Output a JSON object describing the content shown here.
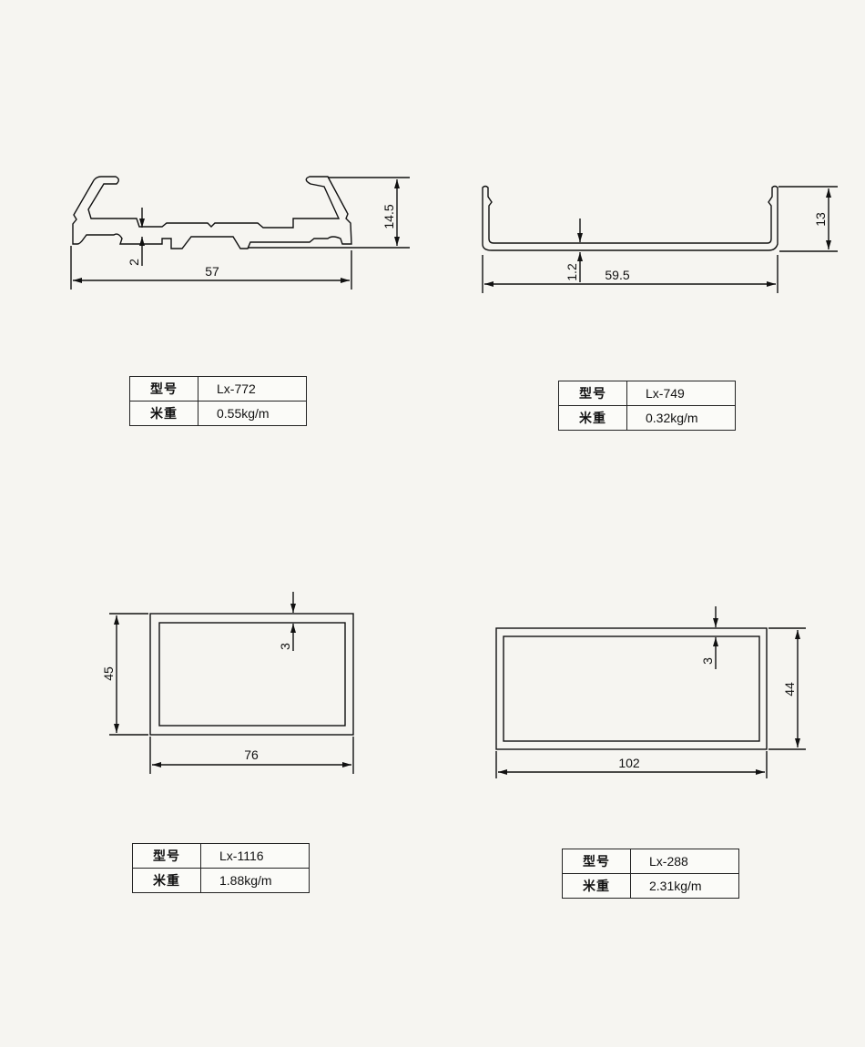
{
  "labels": {
    "model": "型号",
    "weight": "米重"
  },
  "profiles": [
    {
      "model": "Lx-772",
      "weight": "0.55kg/m",
      "dims": {
        "width": "57",
        "height": "14.5",
        "wall": "2"
      }
    },
    {
      "model": "Lx-749",
      "weight": "0.32kg/m",
      "dims": {
        "width": "59.5",
        "height": "13",
        "wall": "1.2"
      }
    },
    {
      "model": "Lx-1116",
      "weight": "1.88kg/m",
      "dims": {
        "width": "76",
        "height": "45",
        "wall": "3"
      }
    },
    {
      "model": "Lx-288",
      "weight": "2.31kg/m",
      "dims": {
        "width": "102",
        "height": "44",
        "wall": "3"
      }
    }
  ]
}
